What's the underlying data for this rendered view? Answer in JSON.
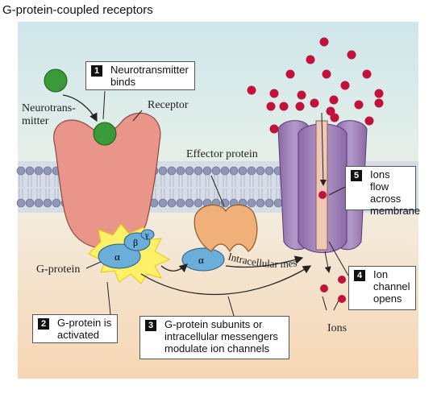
{
  "title": "G-protein-coupled receptors",
  "labels": {
    "neurotransmitter": "Neurotrans-\nmitter",
    "receptor": "Receptor",
    "effector_protein": "Effector protein",
    "g_protein": "G-protein",
    "ions": "Ions",
    "alpha": "α",
    "beta": "β",
    "gamma": "γ",
    "intracellular_messengers": "Intracellular messengers"
  },
  "steps": [
    {
      "number": "1",
      "text": "Neurotransmitter binds"
    },
    {
      "number": "2",
      "text": "G-protein is activated"
    },
    {
      "number": "3",
      "text": "G-protein subunits or intracellular messengers modulate ion channels"
    },
    {
      "number": "4",
      "text": "Ion channel opens"
    },
    {
      "number": "5",
      "text": "Ions flow across membrane"
    }
  ],
  "colors": {
    "receptor": "#ea958a",
    "neurotransmitter": "#3a9a3a",
    "ion": "#c0123a",
    "g_protein": "#6aaed9",
    "effector": "#f1b07a",
    "channel": "#9e7fb8"
  }
}
